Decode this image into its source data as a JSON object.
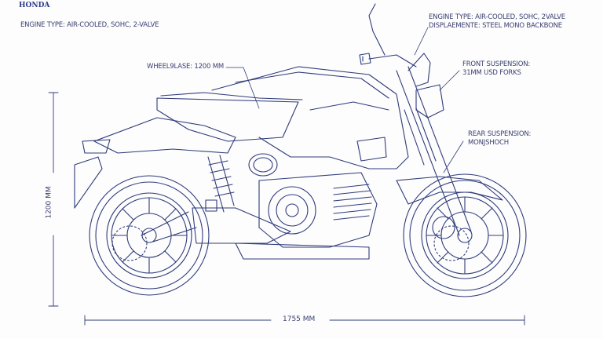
{
  "logo": {
    "text": "HONDA",
    "color": "#2b3a8a"
  },
  "labels": {
    "engine_type_left": "ENGINE TYPE: AIR-COOLED, SOHC, 2-VALVE",
    "engine_type_right": "ENGINE TYPE: AIR-COOLED, SOHC, 2VALVE",
    "displacement": "DISPLAEMENTE: STEEL MONO BACKBONE",
    "wheelbase": "WHEEL9LASE: 1200 MM",
    "front_suspension_1": "FRONT SUSPENSION:",
    "front_suspension_2": "31MM USD FORKS",
    "rear_suspension_1": "REAR SUSPENSION:",
    "rear_suspension_2": "MONJSHOCH"
  },
  "dimensions": {
    "height": "1200 MM",
    "length": "1755 MM"
  },
  "colors": {
    "line": "#2f3b7a",
    "text": "#3b4070",
    "background": "#fdfdfe"
  }
}
